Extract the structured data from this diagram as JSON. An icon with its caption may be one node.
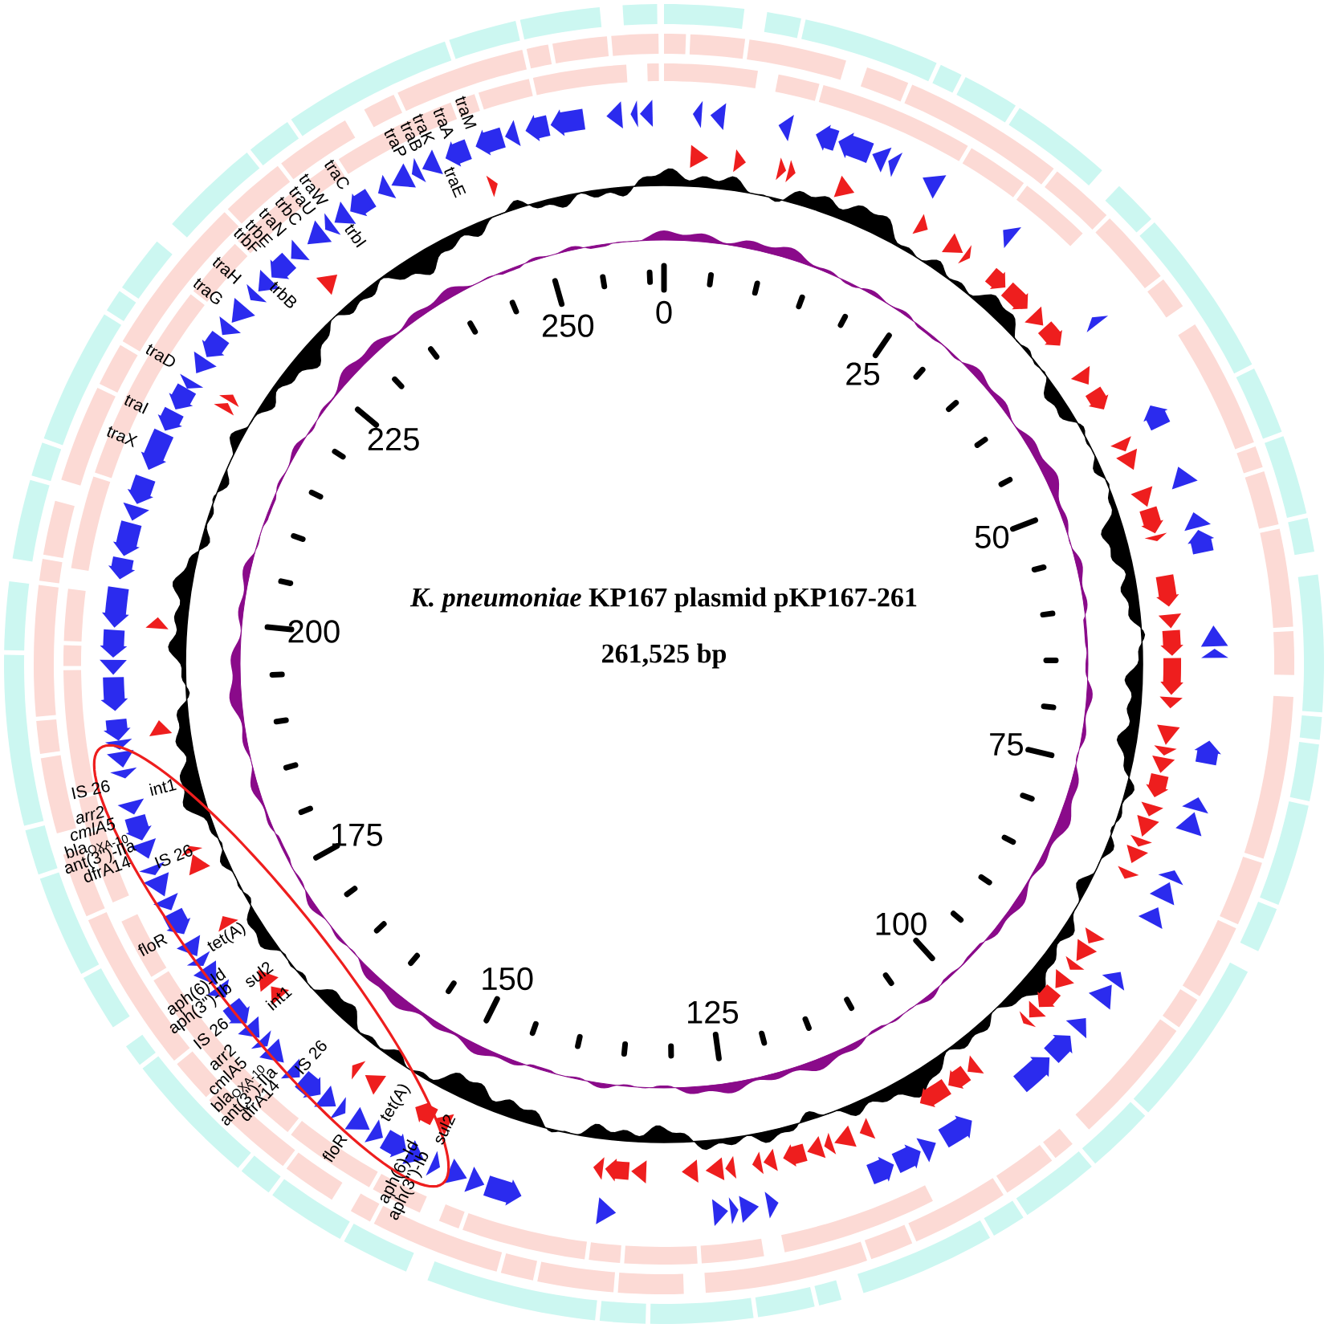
{
  "diagram": {
    "title": "*K. pneumoniae* KP167 plasmid pKP167-261",
    "labels": [
      "0",
      "25",
      "50",
      "75",
      "100",
      "125",
      "150",
      "175",
      "200",
      "225",
      "250",
      "261,525 bp",
      "traP",
      "traB",
      "traK",
      "traA",
      "traM",
      "trbC",
      "traU",
      "traW",
      "traC",
      "traE",
      "trbF",
      "trbE",
      "traN",
      "trbI",
      "traG",
      "traH",
      "trbB",
      "traD",
      "traI",
      "traX",
      "IS 26",
      "int1",
      "arr2",
      "cmlA5",
      "bla$_{OXA-10}$",
      "ant(3\")-IIa",
      "dfrA14",
      "IS 26",
      "floR",
      "tet(A)",
      "aph(6)-Id",
      "aph(3\")-Ib",
      "sul2",
      "int1",
      "IS 26",
      "arr2",
      "IS 26",
      "cmlA5",
      "bla$_{OXA-10}$",
      "ant(3\")-IIa",
      "dfrA14",
      "tet(A)",
      "floR",
      "sul2",
      "aph(6)-Id",
      "aph(3\")-Ib"
    ]
  }
}
